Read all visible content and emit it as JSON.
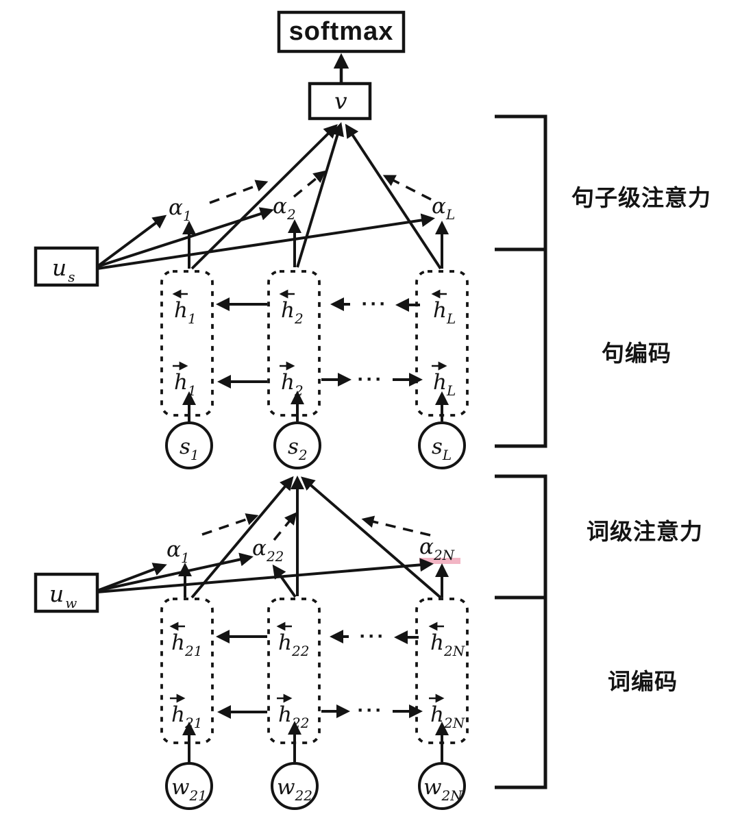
{
  "colors": {
    "ink": "#141414",
    "background": "#ffffff",
    "highlight": "#ee9cb0"
  },
  "output": {
    "softmax_label": "softmax",
    "vector_label": "v"
  },
  "dots": "···",
  "sentence": {
    "bracket_attention_label": "句子级注意力",
    "bracket_encoder_label": "句编码",
    "query": {
      "base": "u",
      "sub": "s"
    },
    "alphas": [
      {
        "base": "α",
        "sub": "1"
      },
      {
        "base": "α",
        "sub": "2"
      },
      {
        "base": "α",
        "sub": "L"
      }
    ],
    "backward": [
      {
        "base": "h",
        "sub": "1"
      },
      {
        "base": "h",
        "sub": "2"
      },
      {
        "base": "h",
        "sub": "L"
      }
    ],
    "forward": [
      {
        "base": "h",
        "sub": "1"
      },
      {
        "base": "h",
        "sub": "2"
      },
      {
        "base": "h",
        "sub": "L"
      }
    ],
    "inputs": [
      {
        "base": "s",
        "sub": "1"
      },
      {
        "base": "s",
        "sub": "2"
      },
      {
        "base": "s",
        "sub": "L"
      }
    ]
  },
  "word": {
    "bracket_attention_label": "词级注意力",
    "bracket_encoder_label": "词编码",
    "query": {
      "base": "u",
      "sub": "w"
    },
    "alphas": [
      {
        "base": "α",
        "sub": "1"
      },
      {
        "base": "α",
        "sub": "22"
      },
      {
        "base": "α",
        "sub": "2N"
      }
    ],
    "backward": [
      {
        "base": "h",
        "sub": "21"
      },
      {
        "base": "h",
        "sub": "22"
      },
      {
        "base": "h",
        "sub": "2N"
      }
    ],
    "forward": [
      {
        "base": "h",
        "sub": "21"
      },
      {
        "base": "h",
        "sub": "22"
      },
      {
        "base": "h",
        "sub": "2N"
      }
    ],
    "inputs": [
      {
        "base": "w",
        "sub": "21"
      },
      {
        "base": "w",
        "sub": "22"
      },
      {
        "base": "w",
        "sub": "2N"
      }
    ]
  }
}
